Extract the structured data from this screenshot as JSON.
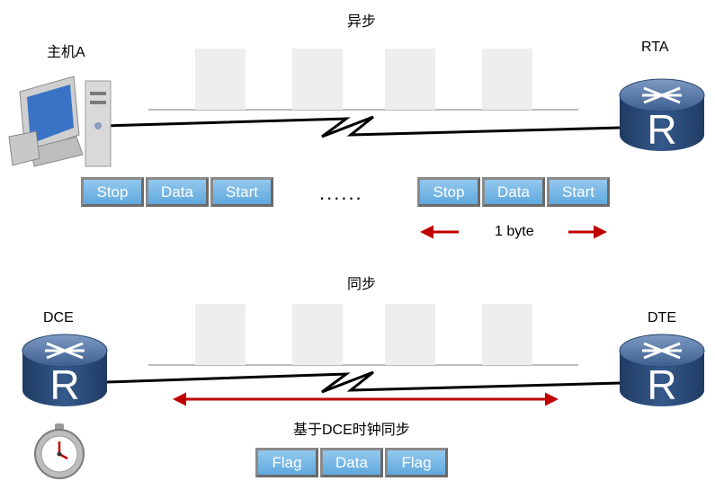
{
  "async": {
    "title": "异步",
    "host_label": "主机A",
    "router_label": "RTA",
    "frame_left": [
      "Stop",
      "Data",
      "Start"
    ],
    "frame_right": [
      "Stop",
      "Data",
      "Start"
    ],
    "ellipsis": "......",
    "byte_label": "1 byte"
  },
  "sync": {
    "title": "同步",
    "left_label": "DCE",
    "right_label": "DTE",
    "clock_note": "基于DCE时钟同步",
    "frame": [
      "Flag",
      "Data",
      "Flag"
    ]
  },
  "colors": {
    "arrow": "#c00000",
    "cell_fill": "#6fb3e4",
    "router_body": "#2e4f7a",
    "pulse": "#eeeeee"
  },
  "icons": {
    "host": "computer-icon",
    "router": "router-icon",
    "clock": "stopwatch-icon"
  }
}
